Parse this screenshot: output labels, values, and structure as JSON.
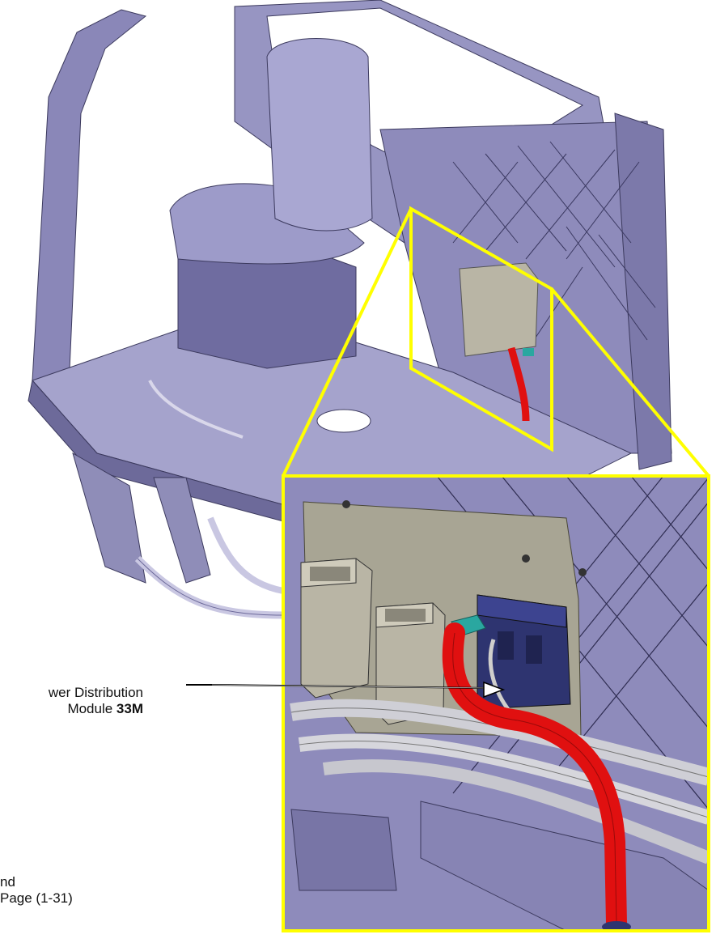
{
  "callouts": {
    "power_distribution_module": {
      "line1": "wer Distribution",
      "line2_prefix": "Module ",
      "line2_code": "33M"
    },
    "page_reference": {
      "line1": "nd",
      "line2": "Page (1-31)"
    }
  },
  "colors": {
    "cab_body": "#8a87b8",
    "cab_shadow": "#5f5c8c",
    "cab_highlight": "#b3b1d8",
    "detail_frame": "#ffff00",
    "cable_red": "#e01010",
    "module_beige": "#b9b5a5",
    "pdm_navy": "#2e3470",
    "connector_teal": "#2aa7a0"
  }
}
